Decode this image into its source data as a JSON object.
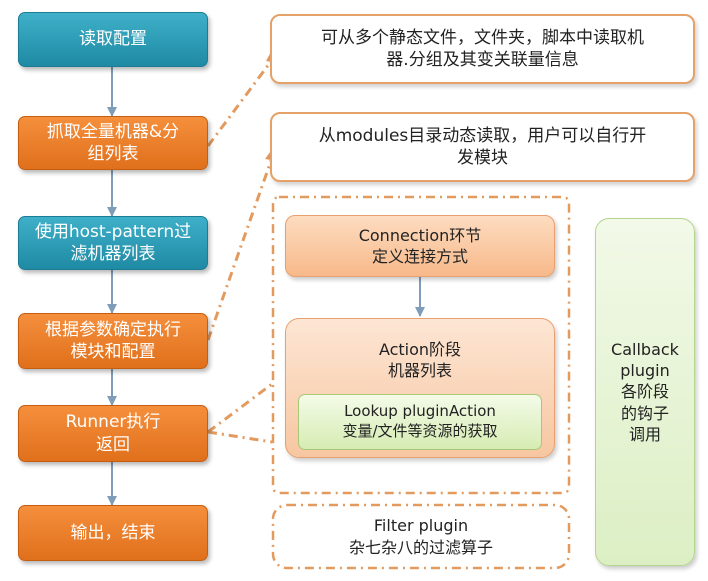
{
  "flow": {
    "read_config": "读取配置",
    "grab_machines": "抓取全量机器&分\n组列表",
    "host_pattern": "使用host-pattern过\n滤机器列表",
    "params": "根据参数确定执行\n模块和配置",
    "runner": "Runner执行\n返回",
    "output": "输出，结束"
  },
  "notes": {
    "config_source": "可从多个静态文件，文件夹，脚本中读取机\n器.分组及其变关联量信息",
    "modules": "从modules目录动态读取，用户可以自行开\n发模块"
  },
  "runner_detail": {
    "connection": "Connection环节\n定义连接方式",
    "action": "Action阶段\n机器列表",
    "lookup": "Lookup pluginAction\n变量/文件等资源的获取",
    "callback": "Callback\nplugin\n各阶段\n的钩子\n调用",
    "filter": "Filter plugin\n杂七杂八的过滤算子"
  },
  "colors": {
    "blue_step": "#1f8aa4",
    "orange_step": "#e0701c",
    "dashed_connector": "#e39a5e",
    "flow_arrow": "#7f9db9"
  }
}
